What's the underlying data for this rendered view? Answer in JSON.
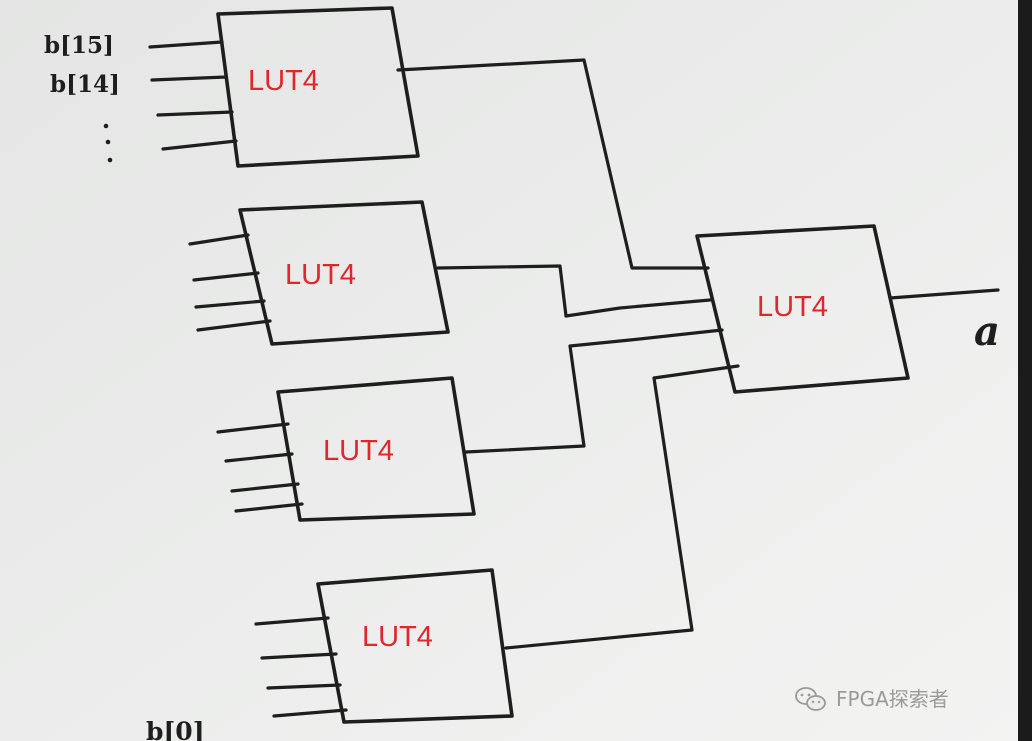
{
  "diagram": {
    "luts": [
      {
        "id": "lut-top",
        "label": "LUT4"
      },
      {
        "id": "lut-second",
        "label": "LUT4"
      },
      {
        "id": "lut-third",
        "label": "LUT4"
      },
      {
        "id": "lut-bottom",
        "label": "LUT4"
      },
      {
        "id": "lut-output",
        "label": "LUT4"
      }
    ],
    "input_labels": {
      "msb": "b[15]",
      "msb_minus_one": "b[14]",
      "lsb": "b[0]"
    },
    "output_label": "a",
    "ellipsis": "⋮",
    "watermark": "FPGA探索者",
    "colors": {
      "paper": "#e9eaea",
      "ink": "#1e1e1e",
      "label": "#e0282c",
      "watermark": "#9a9a9a"
    }
  }
}
